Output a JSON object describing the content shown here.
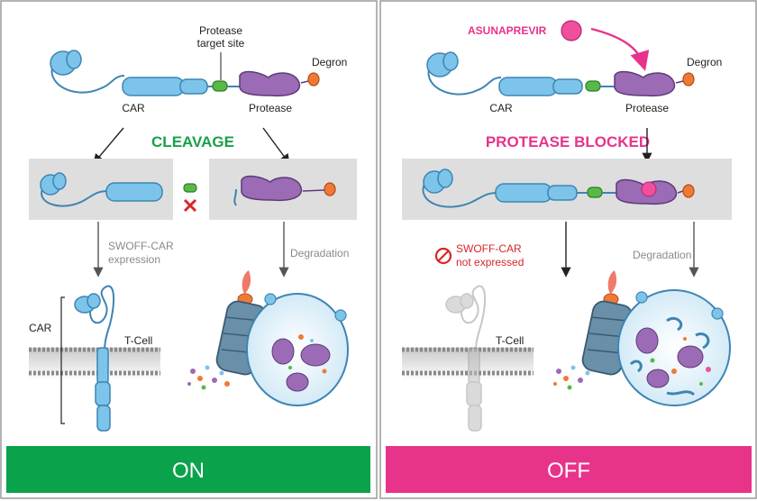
{
  "left_panel": {
    "protease_target_site_line1": "Protease",
    "protease_target_site_line2": "target site",
    "degron_label": "Degron",
    "car_label": "CAR",
    "protease_label": "Protease",
    "cleavage_heading": "CLEAVAGE",
    "swoff_expression_line1": "SWOFF-CAR",
    "swoff_expression_line2": "expression",
    "degradation_label": "Degradation",
    "car_bracket_label": "CAR",
    "tcell_label": "T-Cell",
    "banner_label": "ON"
  },
  "right_panel": {
    "drug_label": "ASUNAPREVIR",
    "degron_label": "Degron",
    "car_label": "CAR",
    "protease_label": "Protease",
    "blocked_heading": "PROTEASE BLOCKED",
    "not_expressed_line1": "SWOFF-CAR",
    "not_expressed_line2": "not expressed",
    "degradation_label": "Degradation",
    "tcell_label": "T-Cell",
    "banner_label": "OFF"
  },
  "colors": {
    "on_banner": "#0aa24a",
    "off_banner": "#e8338a",
    "car_blue": "#7cc4ea",
    "protease_purple": "#9b6bb5",
    "degron_orange": "#f07a35",
    "target_site_green": "#58b947",
    "drug_pink": "#ef4f9b"
  }
}
